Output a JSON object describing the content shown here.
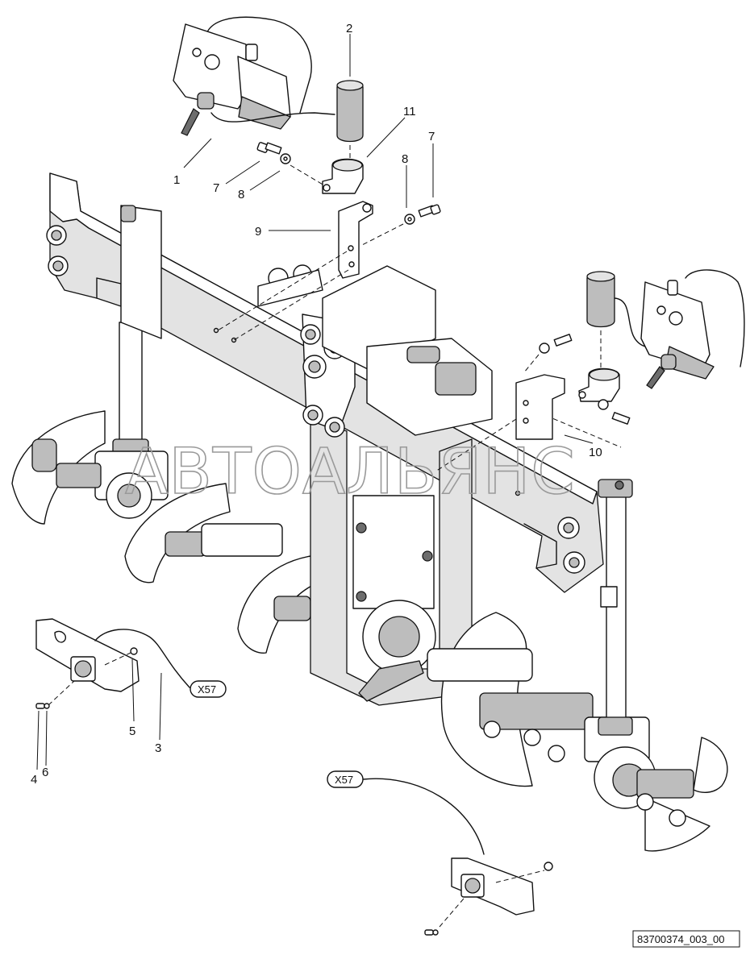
{
  "watermark": "АВТОАЛЬЯНС",
  "drawing_number": "83700374_003_00",
  "connector_label": "X57",
  "callouts": [
    {
      "id": "c1",
      "text": "1"
    },
    {
      "id": "c2",
      "text": "2"
    },
    {
      "id": "c3",
      "text": "3"
    },
    {
      "id": "c4",
      "text": "4"
    },
    {
      "id": "c5",
      "text": "5"
    },
    {
      "id": "c6",
      "text": "6"
    },
    {
      "id": "c7a",
      "text": "7"
    },
    {
      "id": "c7b",
      "text": "7"
    },
    {
      "id": "c8a",
      "text": "8"
    },
    {
      "id": "c8b",
      "text": "8"
    },
    {
      "id": "c9",
      "text": "9"
    },
    {
      "id": "c10",
      "text": "10"
    },
    {
      "id": "c11",
      "text": "11"
    }
  ]
}
